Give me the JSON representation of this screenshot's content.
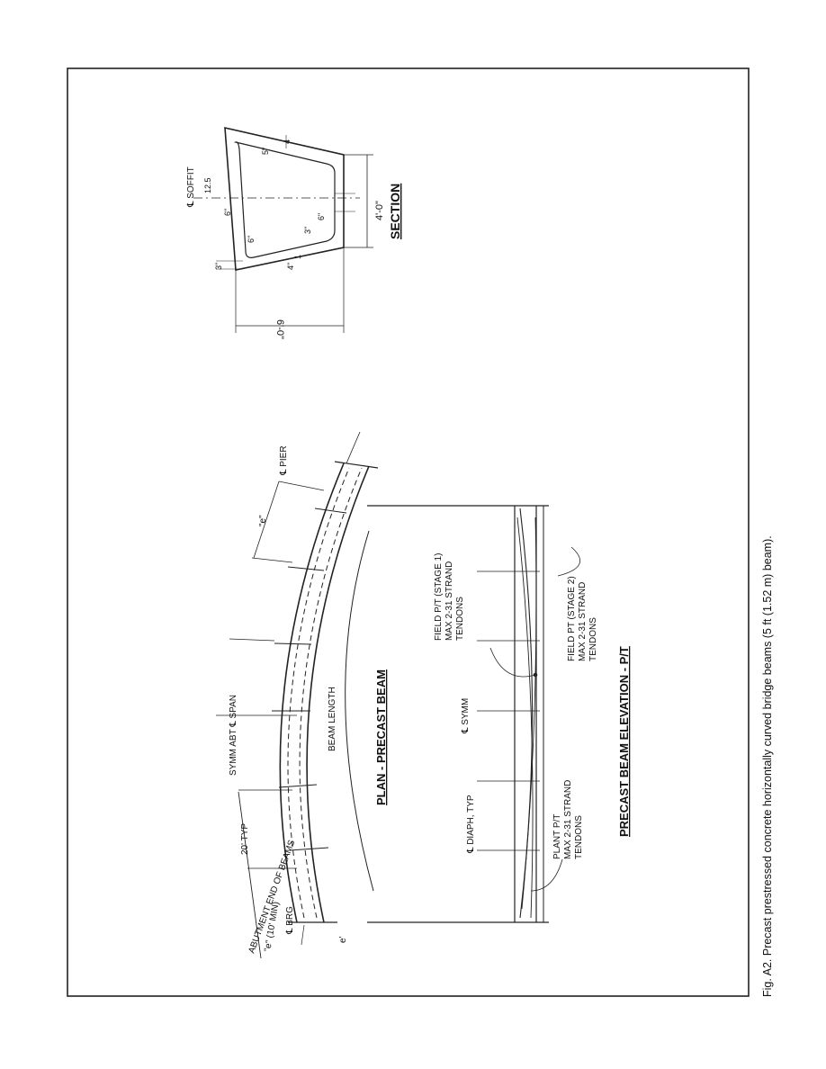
{
  "caption": "Fig. A2. Precast prestressed concrete horizontally curved bridge beams (5 ft (1.52 m) beam).",
  "plan": {
    "title": "PLAN - PRECAST BEAM",
    "abutment": "ABUTMENT END OF BEAMS",
    "e_min": "\"e\" (10' MIN)",
    "brg": "℄ BRG",
    "typ20": "20' TYP",
    "symm_span": "SYMM ABT ℄ SPAN",
    "beam_length": "BEAM LENGTH",
    "pier": "℄ PIER",
    "e_pier": "\"e\"",
    "end_mark": "e'"
  },
  "elevation": {
    "title": "PRECAST BEAM ELEVATION - P/T",
    "diaph": "℄ DIAPH, TYP",
    "symm": "℄ SYMM",
    "plant_1": "PLANT P/T",
    "plant_2": "MAX 2-31 STRAND",
    "plant_3": "TENDONS",
    "field1_1": "FIELD P/T (STAGE 1)",
    "field1_2": "MAX 2-31 STRAND",
    "field1_3": "TENDONS",
    "field2_1": "FIELD PT (STAGE 2)",
    "field2_2": "MAX 2-31 STRAND",
    "field2_3": "TENDONS"
  },
  "section": {
    "title": "SECTION",
    "soffit": "℄ SOFFIT",
    "dim_12_5": "12.5",
    "dim_4_top": "4",
    "dim_5": "5\"",
    "dim_6a": "6\"",
    "dim_6b": "6\"",
    "dim_6c": "6\"",
    "dim_3a": "3\"",
    "dim_3b": "3\"",
    "dim_4_bot": "4\"",
    "dim_1": "1",
    "height": "4'-0\"",
    "width": "6'-0\""
  }
}
